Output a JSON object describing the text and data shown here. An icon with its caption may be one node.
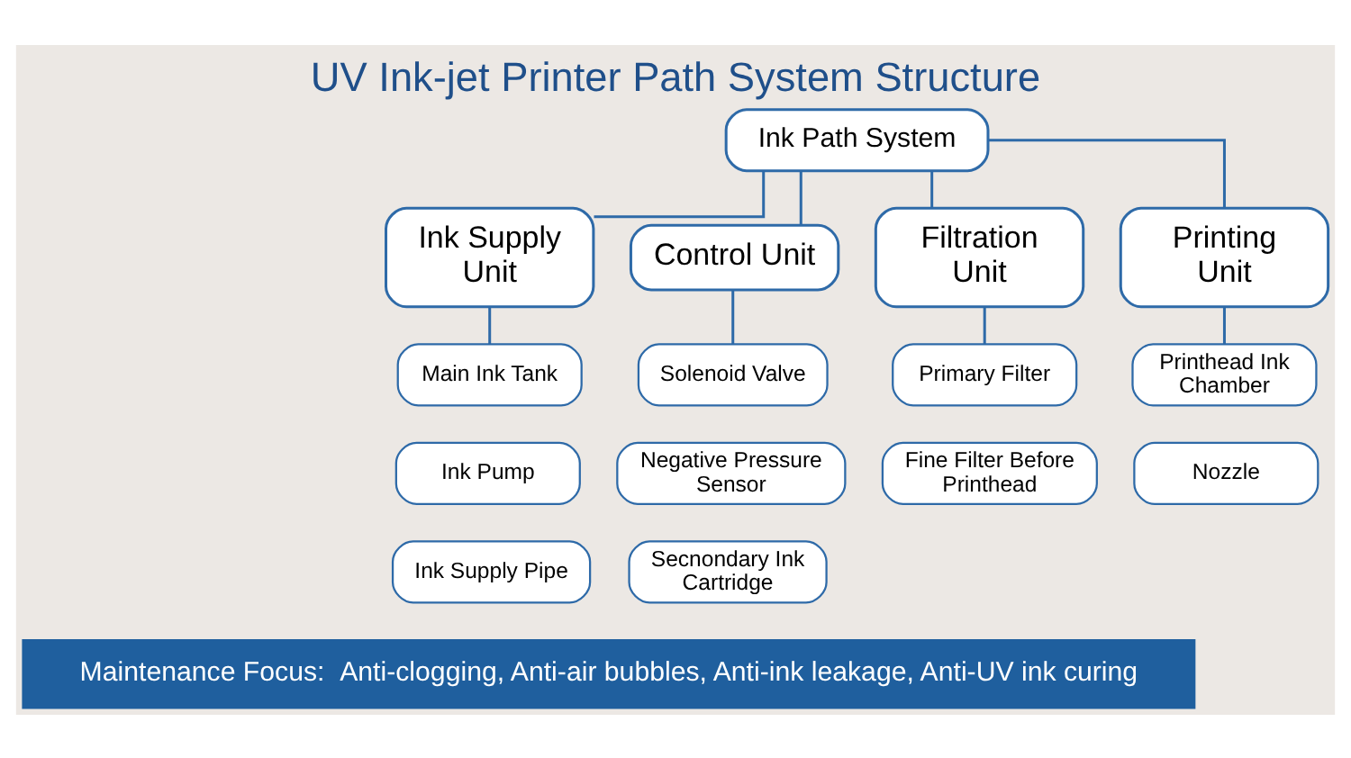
{
  "diagram": {
    "title": "UV Ink-jet Printer Path System Structure",
    "nodes": [
      {
        "text": [
          "Ink Path System"
        ]
      },
      {
        "text": [
          "Ink Supply Unit"
        ]
      },
      {
        "text": [
          "Control Unit"
        ]
      },
      {
        "text": [
          "Filtration Unit"
        ]
      },
      {
        "text": [
          "Printing Unit"
        ]
      },
      {
        "text": [
          "Main Ink Tank"
        ]
      },
      {
        "text": [
          "Ink Pump"
        ]
      },
      {
        "text": [
          "Ink Supply Pipe"
        ]
      },
      {
        "text": [
          "Solenoid Valve"
        ]
      },
      {
        "text": [
          "Negative Pressure Sensor"
        ]
      },
      {
        "text": [
          "Secnondary Ink Cartridge"
        ]
      },
      {
        "text": [
          "Primary Filter"
        ]
      },
      {
        "text": [
          "Fine Filter Before Printhead"
        ]
      },
      {
        "text": [
          "Printhead Ink Chamber"
        ]
      },
      {
        "text": [
          "Nozzle"
        ]
      },
      {
        "text": [
          "Maintenance Focus:  Anti-clogging, Anti-air bubbles, Anti-ink leakage, Anti-UV ink curing"
        ]
      }
    ],
    "edges": [
      {
        "from": 0,
        "to": 1,
        "arrow": "none"
      },
      {
        "from": 0,
        "to": 2,
        "arrow": "none"
      },
      {
        "from": 0,
        "to": 3,
        "arrow": "none"
      },
      {
        "from": 0,
        "to": 4,
        "arrow": "none"
      },
      {
        "from": 1,
        "to": 5,
        "arrow": "none"
      },
      {
        "from": 2,
        "to": 8,
        "arrow": "none"
      },
      {
        "from": 3,
        "to": 11,
        "arrow": "none"
      },
      {
        "from": 4,
        "to": 13,
        "arrow": "none"
      }
    ]
  }
}
